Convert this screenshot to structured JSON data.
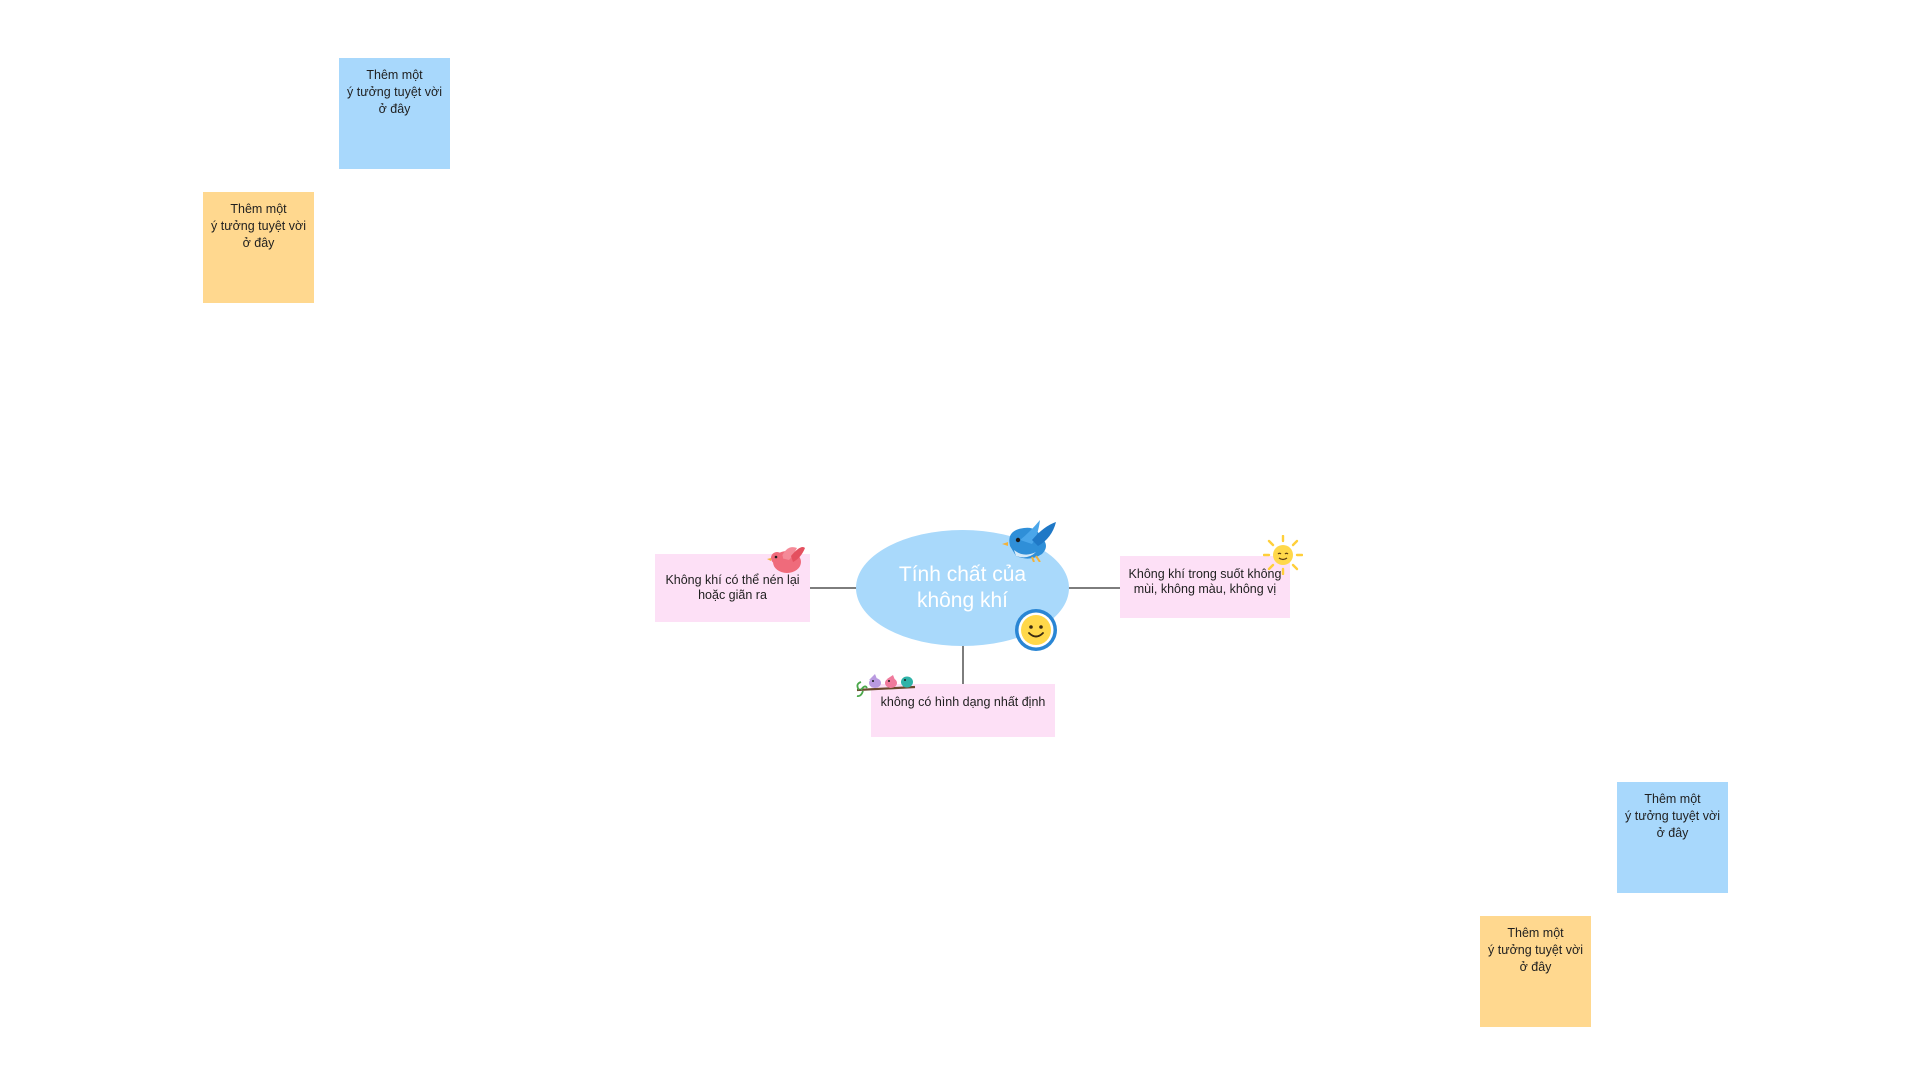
{
  "stickies": [
    {
      "color": "blue",
      "text": "Thêm một\ný tưởng tuyệt vời\nở đây"
    },
    {
      "color": "yellow",
      "text": "Thêm một\ný tưởng tuyệt vời\nở đây"
    },
    {
      "color": "blue",
      "text": "Thêm một\ný tưởng tuyệt vời\nở đây"
    },
    {
      "color": "yellow",
      "text": "Thêm một\ný tưởng tuyệt vời\nở đây"
    }
  ],
  "mindmap": {
    "central": "Tính chất của không khí",
    "branches": {
      "left": "Không khí có thể nén lại hoặc giãn ra",
      "right": "Không khí trong suốt không mùi, không màu, không vị",
      "bottom": "không có hình dạng nhất định"
    }
  },
  "colors": {
    "sticky_blue": "#a8d8fc",
    "sticky_yellow": "#ffd88f",
    "central_node": "#a9d9fb",
    "branch_node": "#fde0f6",
    "connector": "#7d7d7d"
  },
  "stickers": [
    "bird-blue-icon",
    "smiley-icon",
    "bird-pink-icon",
    "sun-icon",
    "birds-on-branch-icon"
  ]
}
